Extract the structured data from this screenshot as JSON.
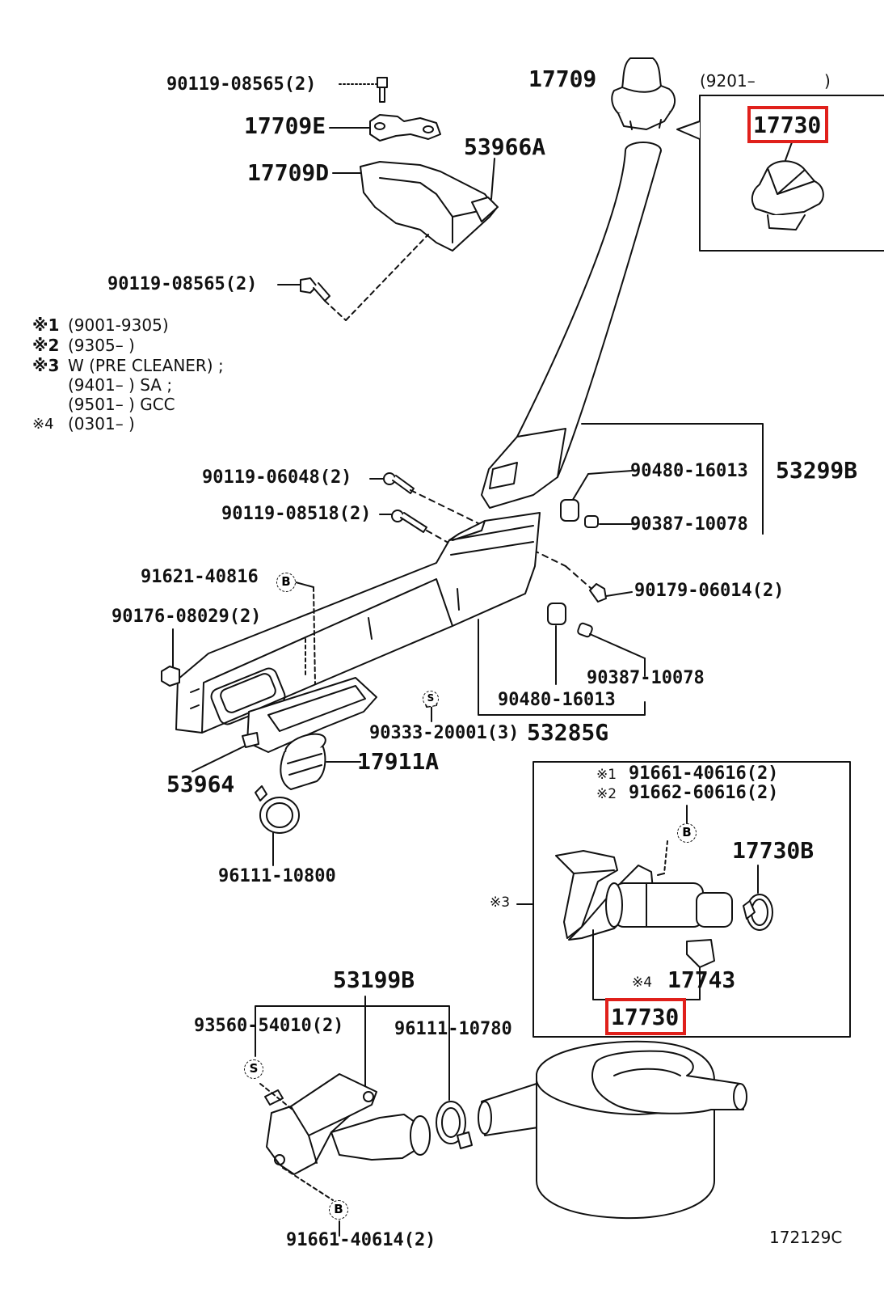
{
  "parts": {
    "p17709": "17709",
    "p9201": "(9201–",
    "p9201_close": ")",
    "p90119_08565_top": "90119-08565(2)",
    "p17709E": "17709E",
    "p53966A": "53966A",
    "p17709D": "17709D",
    "p17730_top": "17730",
    "p90119_08565_mid": "90119-08565(2)",
    "p90119_06048": "90119-06048(2)",
    "p90480_16013_a": "90480-16013",
    "p53299B": "53299B",
    "p90119_08518": "90119-08518(2)",
    "p90387_10078_a": "90387-10078",
    "p91621_40816": "91621-40816",
    "p90179_06014": "90179-06014(2)",
    "p90176_08029": "90176-08029(2)",
    "p90387_10078_b": "90387-10078",
    "p90480_16013_b": "90480-16013",
    "p90333_20001": "90333-20001(3)",
    "p53285G": "53285G",
    "p17911A": "17911A",
    "p53964": "53964",
    "p91661_40616": "91661-40616(2)",
    "p91662_60616": "91662-60616(2)",
    "p17730B": "17730B",
    "p96111_10800": "96111-10800",
    "p17743": "17743",
    "p17730_bottom": "17730",
    "p53199B": "53199B",
    "p93560_54010": "93560-54010(2)",
    "p96111_10780": "96111-10780",
    "p91661_40614": "91661-40614(2)"
  },
  "marks": {
    "m1": "※1",
    "m2": "※2",
    "m3": "※3",
    "m4": "※4",
    "b": "B",
    "s": "S"
  },
  "notes": {
    "n1_mark": "※1",
    "n1": "(9001-9305)",
    "n2_mark": "※2",
    "n2": "(9305–          )",
    "n3_mark": "※3",
    "n3": "W (PRE  CLEANER) ;",
    "n3b": "(9401–          ) SA ;",
    "n3c": "(9501–          ) GCC",
    "n4_mark": "※4",
    "n4": "(0301–          )"
  },
  "drawing_code": "172129C",
  "colors": {
    "highlight": "#e0201b",
    "ink": "#111111"
  }
}
